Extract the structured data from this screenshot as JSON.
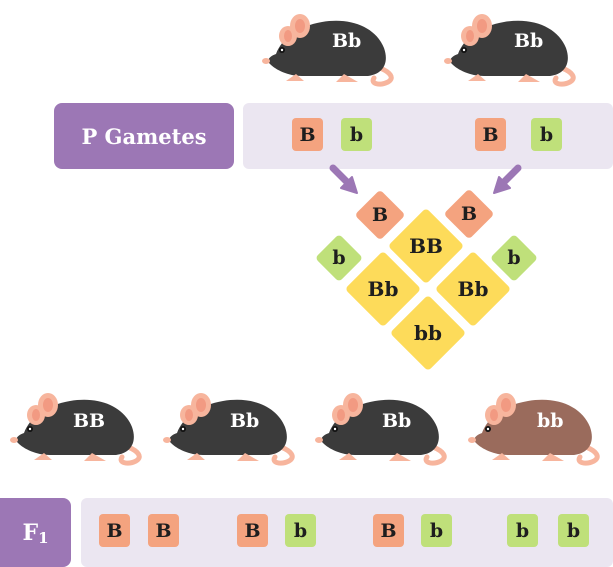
{
  "colors": {
    "purple_label": "#9c77b5",
    "band_bg": "#ebe6f1",
    "allele_B": "#f4a37f",
    "allele_b": "#bfe07a",
    "offspring_diamond": "#fddb5a",
    "arrow": "#9c77b5",
    "mouse_black": "#3b3b3b",
    "mouse_brown": "#9a6b5c",
    "mouse_pink": "#f7b59d"
  },
  "parents": {
    "mouse_1": {
      "genotype": "Bb",
      "coat": "black"
    },
    "mouse_2": {
      "genotype": "Bb",
      "coat": "black"
    }
  },
  "p_gametes": {
    "label": "P Gametes",
    "parent_1": [
      "B",
      "b"
    ],
    "parent_2": [
      "B",
      "b"
    ]
  },
  "punnett": {
    "top_left": "B",
    "top_right": "B",
    "left": "b",
    "right": "b",
    "center_top": "BB",
    "center_left": "Bb",
    "center_right": "Bb",
    "center_bottom": "bb"
  },
  "f1": {
    "label_main": "F",
    "label_sub": "1",
    "offspring": [
      {
        "genotype": "BB",
        "coat": "black",
        "alleles": [
          "B",
          "B"
        ]
      },
      {
        "genotype": "Bb",
        "coat": "black",
        "alleles": [
          "B",
          "b"
        ]
      },
      {
        "genotype": "Bb",
        "coat": "black",
        "alleles": [
          "B",
          "b"
        ]
      },
      {
        "genotype": "bb",
        "coat": "brown",
        "alleles": [
          "b",
          "b"
        ]
      }
    ]
  }
}
